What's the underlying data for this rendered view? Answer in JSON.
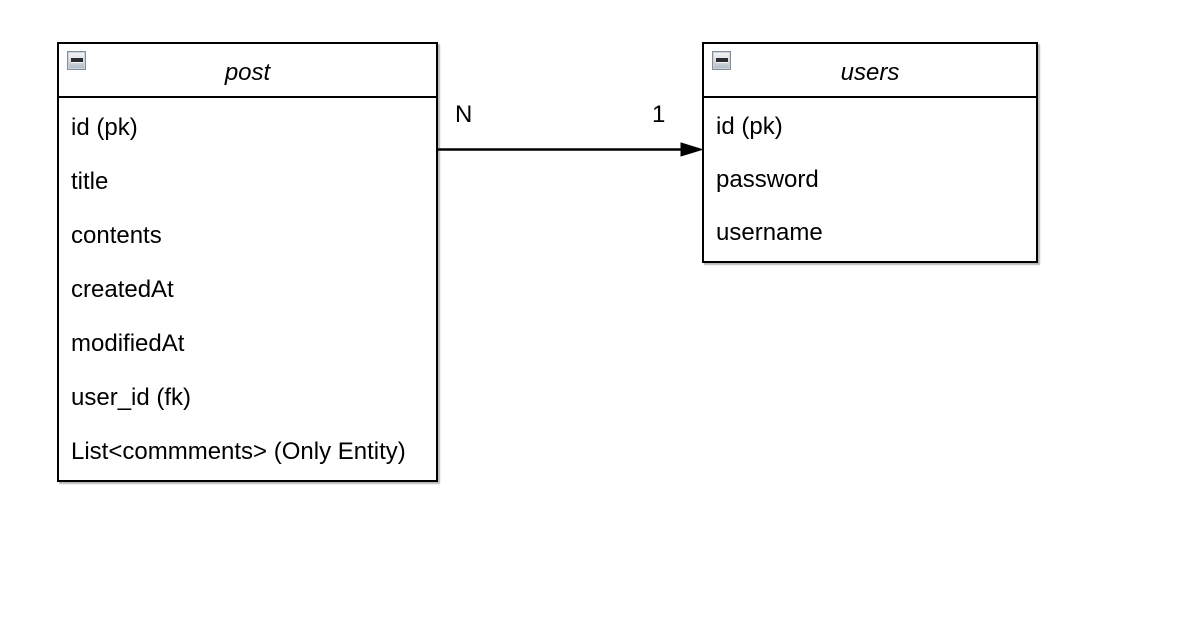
{
  "canvas": {
    "background": "#ffffff",
    "border_color": "#000000",
    "text_color": "#000000"
  },
  "tables": [
    {
      "title": "post",
      "collapse_icon": "minus-icon",
      "fields": [
        "id (pk)",
        "title",
        "contents",
        "createdAt",
        "modifiedAt",
        "user_id (fk)",
        "List<commments> (Only Entity)"
      ]
    },
    {
      "title": "users",
      "collapse_icon": "minus-icon",
      "fields": [
        "id (pk)",
        "password",
        "username"
      ]
    }
  ],
  "relationship": {
    "from": "post",
    "to": "users",
    "source_label": "N",
    "target_label": "1",
    "arrow_color": "#000000",
    "direction": "post-to-users"
  }
}
